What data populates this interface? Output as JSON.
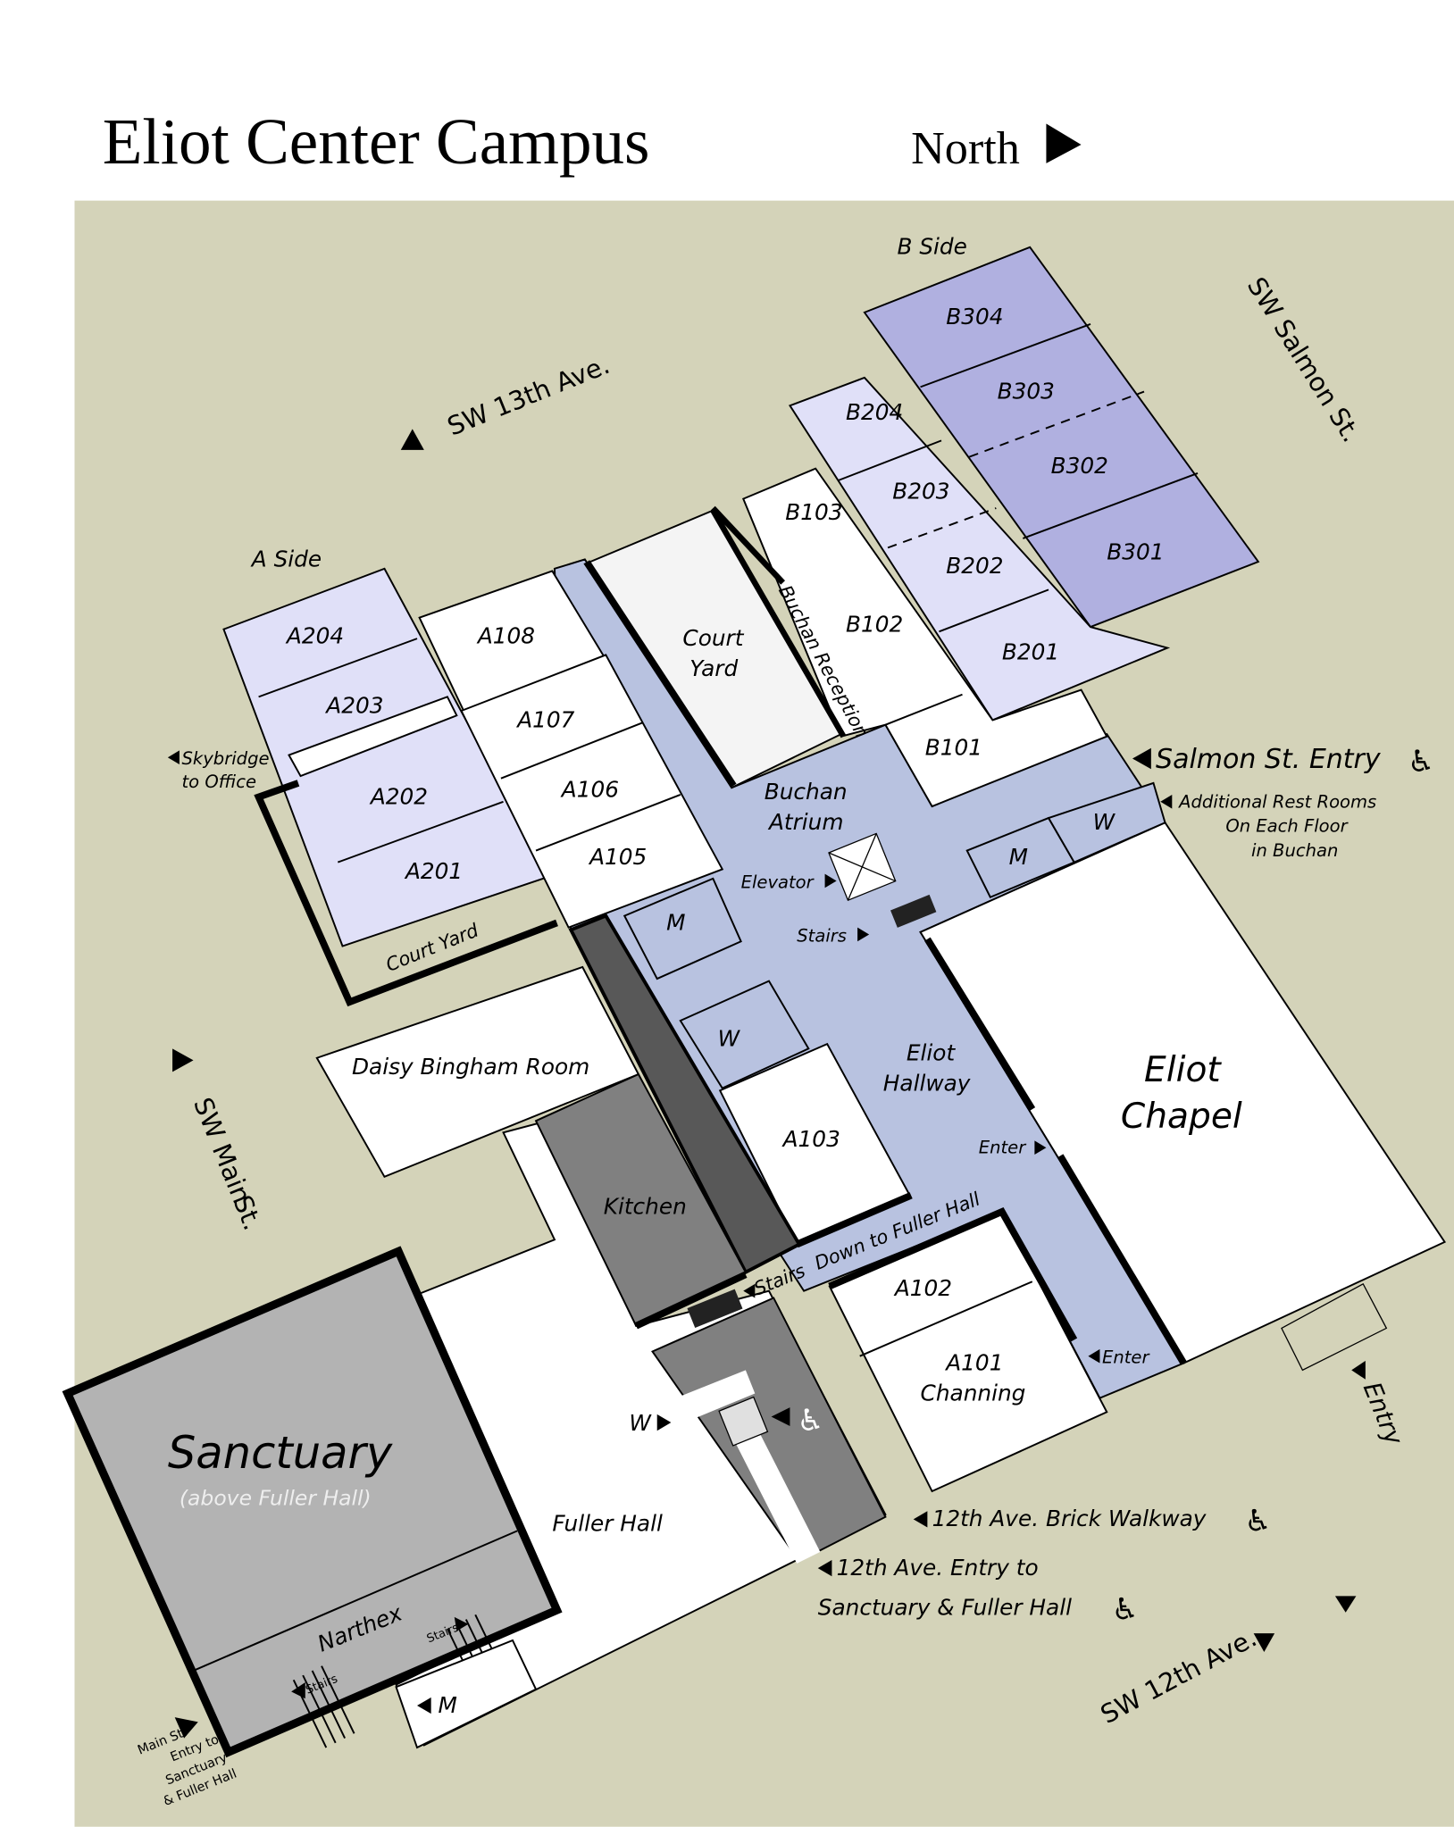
{
  "title": "Eliot Center Campus",
  "north_label": "North",
  "colors": {
    "ground": "#d4d3b9",
    "lavender": "#e0e0f8",
    "b300": "#b0b0e0",
    "atrium": "#b8c2e0",
    "kitchen": "#808080",
    "sanctuary": "#b3b3b3",
    "corridor": "#585858"
  },
  "streets": {
    "sw13": "SW 13th Ave.",
    "salmon": "SW Salmon St.",
    "main1": "SW Main",
    "main2": "St.",
    "sw12": "SW 12th Ave."
  },
  "sides": {
    "a": "A Side",
    "b": "B Side"
  },
  "rooms": {
    "b304": "B304",
    "b303": "B303",
    "b302": "B302",
    "b301": "B301",
    "b204": "B204",
    "b203": "B203",
    "b202": "B202",
    "b201": "B201",
    "b103": "B103",
    "b102": "B102",
    "b101": "B101",
    "a204": "A204",
    "a203": "A203",
    "a202": "A202",
    "a201": "A201",
    "a108": "A108",
    "a107": "A107",
    "a106": "A106",
    "a105": "A105",
    "a103": "A103",
    "a102": "A102",
    "a101": "A101",
    "a101b": "Channing",
    "court1": "Court",
    "court2": "Yard",
    "buchan_reception": "Buchan Reception",
    "atrium1": "Buchan",
    "atrium2": "Atrium",
    "m1": "M",
    "w1": "W",
    "m2": "M",
    "w2": "W",
    "hall1": "Eliot",
    "hall2": "Hallway",
    "chapel1": "Eliot",
    "chapel2": "Chapel",
    "daisy": "Daisy Bingham Room",
    "kitchen": "Kitchen",
    "fuller": "Fuller Hall",
    "sanctuary": "Sanctuary",
    "sanctuary_sub": "(above Fuller Hall)",
    "narthex": "Narthex",
    "courtyard_a": "Court Yard",
    "m3": "M"
  },
  "annotations": {
    "skybridge1": "Skybridge",
    "skybridge2": "to Office",
    "salmon_entry": "Salmon St. Entry",
    "rest1": "Additional Rest Rooms",
    "rest2": "On Each Floor",
    "rest3": "in Buchan",
    "elevator": "Elevator",
    "stairs1": "Stairs",
    "enter1": "Enter",
    "enter2": "Enter",
    "stairs2": "Stairs",
    "down_fuller": "Down to Fuller Hall",
    "w_arrow": "W",
    "entry": "Entry",
    "walkway": "12th Ave. Brick Walkway",
    "entry12a": "12th Ave. Entry to",
    "entry12b": "Sanctuary & Fuller Hall",
    "narthex_stairs1": "Stairs",
    "narthex_stairs2": "Stairs",
    "main1": "Main St.",
    "main2": "Entry to",
    "main3": "Sanctuary",
    "main4": "& Fuller Hall"
  }
}
